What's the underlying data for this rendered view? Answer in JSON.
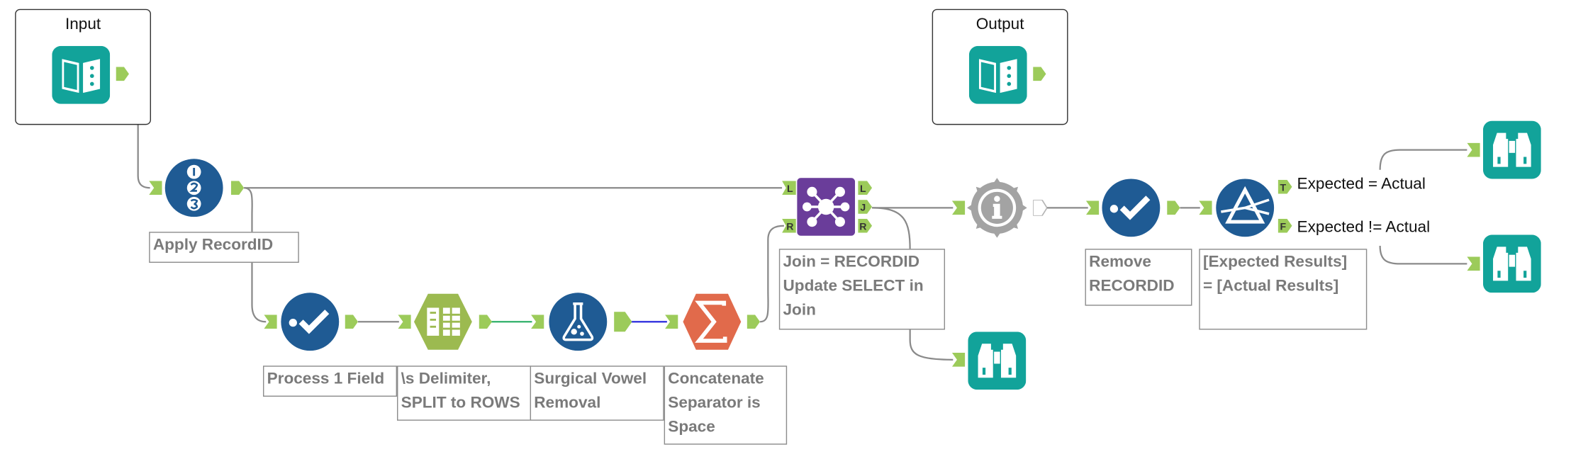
{
  "containers": {
    "input": {
      "title": "Input"
    },
    "output": {
      "title": "Output"
    }
  },
  "annotations": {
    "record_id": "Apply RecordID",
    "process_field": "Process 1 Field",
    "delimiter": "\\s Delimiter,\nSPLIT to ROWS",
    "vowel": "Surgical Vowel\nRemoval",
    "concat": "Concatenate\nSeparator is\nSpace",
    "join": "Join = RECORDID\nUpdate SELECT in\nJoin",
    "remove": "Remove\nRECORDID",
    "filter": "[Expected Results]\n= [Actual Results]"
  },
  "filter_outputs": {
    "true_label": "Expected = Actual",
    "false_label": "Expected != Actual"
  },
  "anchor_letters": {
    "left": "L",
    "right": "R",
    "join": "J",
    "true": "T",
    "false": "F"
  },
  "icons": [
    "input-book-icon",
    "output-book-icon",
    "record-id-icon",
    "select-checkmark-icon",
    "text-to-columns-icon",
    "formula-flask-icon",
    "summarize-sigma-icon",
    "join-network-icon",
    "info-gear-icon",
    "filter-prism-icon",
    "browse-binoculars-icon"
  ],
  "colors": {
    "teal": "#12a39a",
    "navy": "#1f5b94",
    "olive": "#9cba50",
    "orange": "#e16a4b",
    "purple": "#6a3d9a",
    "gray": "#a3a3a3",
    "anchor": "#9ccb5a"
  }
}
